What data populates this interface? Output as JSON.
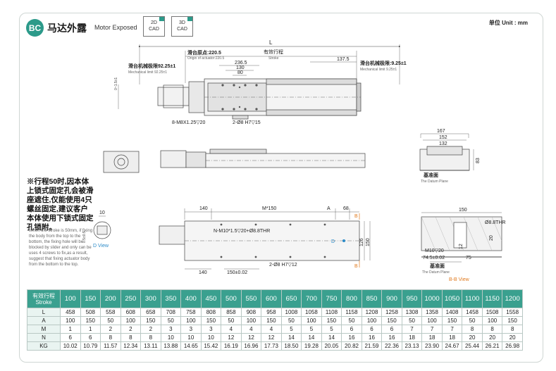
{
  "header": {
    "badge": "BC",
    "title_cn": "马达外露",
    "title_en": "Motor Exposed",
    "cad_2d": [
      "2D",
      "CAD"
    ],
    "cad_3d": [
      "3D",
      "CAD"
    ],
    "unit": "单位 Unit : mm"
  },
  "top_view": {
    "L": "L",
    "origin_cn": "滑台原点:220.5",
    "origin_en": "Origin of actuator:220.5",
    "stroke_cn": "有效行程",
    "stroke_en": "Stroke",
    "dim_137_5": "137.5",
    "dim_236_5": "236.5",
    "dim_130": "130",
    "dim_80": "80",
    "limit_left_cn": "滑台机械极限92.25±1",
    "limit_left_en": "Mechanical limit 92.25±1",
    "limit_right_cn": "滑台机械极限:9.25±1",
    "limit_right_en": "Mechanical limit 9.25±1",
    "small_a": "0~1.5±1",
    "screw_note": "8-M8X1.25▽20",
    "pin_note": "2-Ø8 H7▽15"
  },
  "section_view": {
    "w167": "167",
    "w152": "152",
    "w132": "132",
    "h83": "83",
    "datum_cn": "基准面",
    "datum_en": "The Datum Plane"
  },
  "bottom_view": {
    "d140_top": "140",
    "m150": "M*150",
    "a_mark": "A",
    "d68": "68",
    "b_mark": "B",
    "nut_note": "N-M10*1.5▽20+Ø8.8THR",
    "d_mark": "D",
    "h126": "126",
    "h150": "150",
    "pin_note": "2-Ø8 H7▽12",
    "d140_bottom": "140",
    "d150_tol": "150±0.02"
  },
  "d_view": {
    "d10": "10",
    "small": "0.5±0.5",
    "label": "D View"
  },
  "bb_view": {
    "w150": "150",
    "thr": "Ø8.8THR",
    "m10": "M10▽20",
    "d74": "74.5±0.02",
    "d75": "75",
    "d12": "12",
    "d20": "20",
    "datum_cn": "基准面",
    "datum_en": "The Datum Plane",
    "label": "B-B View"
  },
  "notes": {
    "cn": "※行程50时,因本体上锁式固定孔会被滑座遮住,仅能使用4只螺丝固定,建议客户本体使用下锁式固定孔锁附。",
    "en": "When the stroke is 50mm, if fixing the body from the top to the bottom, the fixing hole will be blocked by slider and only can be uses 4 screws to fix,as a result, suggest that fixing actuator body from the bottom to the top."
  },
  "spec_table": {
    "header_cn": "有效行程",
    "header_en": "Stroke",
    "strokes": [
      "100",
      "150",
      "200",
      "250",
      "300",
      "350",
      "400",
      "450",
      "500",
      "550",
      "600",
      "650",
      "700",
      "750",
      "800",
      "850",
      "900",
      "950",
      "1000",
      "1050",
      "1100",
      "1150",
      "1200"
    ],
    "rows": [
      {
        "label": "L",
        "values": [
          "458",
          "508",
          "558",
          "608",
          "658",
          "708",
          "758",
          "808",
          "858",
          "908",
          "958",
          "1008",
          "1058",
          "1108",
          "1158",
          "1208",
          "1258",
          "1308",
          "1358",
          "1408",
          "1458",
          "1508",
          "1558"
        ]
      },
      {
        "label": "A",
        "values": [
          "100",
          "150",
          "50",
          "100",
          "150",
          "50",
          "100",
          "150",
          "50",
          "100",
          "150",
          "50",
          "100",
          "150",
          "50",
          "100",
          "150",
          "50",
          "100",
          "150",
          "50",
          "100",
          "150"
        ]
      },
      {
        "label": "M",
        "values": [
          "1",
          "1",
          "2",
          "2",
          "2",
          "3",
          "3",
          "3",
          "4",
          "4",
          "4",
          "5",
          "5",
          "5",
          "6",
          "6",
          "6",
          "7",
          "7",
          "7",
          "8",
          "8",
          "8"
        ]
      },
      {
        "label": "N",
        "values": [
          "6",
          "6",
          "8",
          "8",
          "8",
          "10",
          "10",
          "10",
          "12",
          "12",
          "12",
          "14",
          "14",
          "14",
          "16",
          "16",
          "16",
          "18",
          "18",
          "18",
          "20",
          "20",
          "20"
        ]
      },
      {
        "label": "KG",
        "values": [
          "10.02",
          "10.79",
          "11.57",
          "12.34",
          "13.11",
          "13.88",
          "14.65",
          "15.42",
          "16.19",
          "16.96",
          "17.73",
          "18.50",
          "19.28",
          "20.05",
          "20.82",
          "21.59",
          "22.36",
          "23.13",
          "23.90",
          "24.67",
          "25.44",
          "26.21",
          "26.98"
        ]
      }
    ]
  },
  "colors": {
    "accent": "#3aa08f",
    "blue_label": "#2a8ac8",
    "orange": "#e07a1f"
  }
}
